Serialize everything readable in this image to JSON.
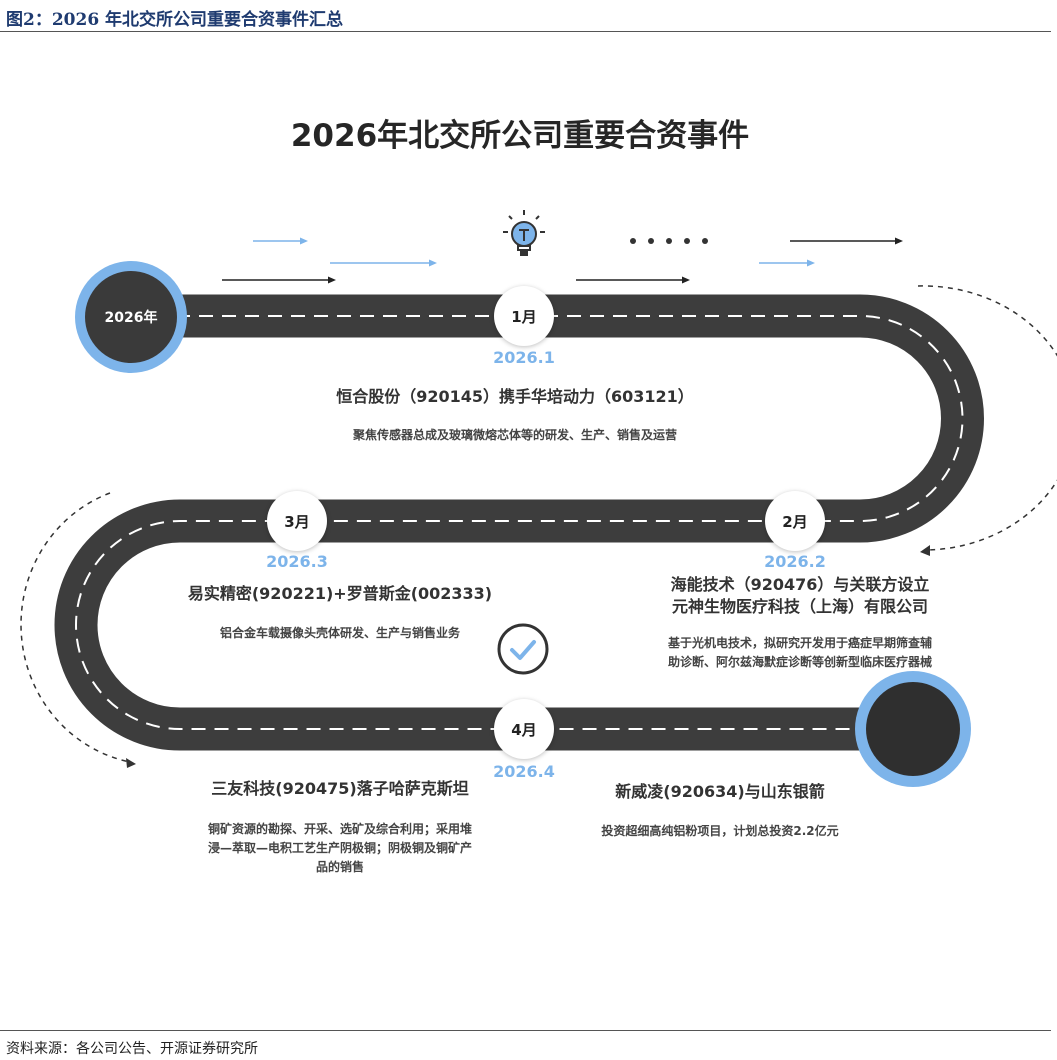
{
  "header": {
    "figure_title": "图2：2026 年北交所公司重要合资事件汇总",
    "source": "资料来源：各公司公告、开源证券研究所"
  },
  "diagram": {
    "title": "2026年北交所公司重要合资事件",
    "start_label": "2026年",
    "colors": {
      "road": "#3d3d3d",
      "accent": "#7db4ea",
      "dash": "#ffffff"
    },
    "events": [
      {
        "month": "1月",
        "date": "2026.1",
        "title": "恒合股份（920145）携手华培动力（603121）",
        "desc": "聚焦传感器总成及玻璃微熔芯体等的研发、生产、销售及运营"
      },
      {
        "month": "2月",
        "date": "2026.2",
        "title_line1": "海能技术（920476）与关联方设立",
        "title_line2": "元神生物医疗科技（上海）有限公司",
        "desc_line1": "基于光机电技术，拟研究开发用于癌症早期筛查辅",
        "desc_line2": "助诊断、阿尔兹海默症诊断等创新型临床医疗器械"
      },
      {
        "month": "3月",
        "date": "2026.3",
        "title": "易实精密(920221)+罗普斯金(002333)",
        "desc": "铝合金车载摄像头壳体研发、生产与销售业务"
      },
      {
        "month": "4月",
        "date": "2026.4",
        "title": "三友科技(920475)落子哈萨克斯坦",
        "desc_line1": "铜矿资源的勘探、开采、选矿及综合利用；采用堆",
        "desc_line2": "浸—萃取—电积工艺生产阴极铜；阴极铜及铜矿产",
        "desc_line3": "品的销售"
      },
      {
        "title": "新威凌(920634)与山东银箭",
        "desc": "投资超细高纯铝粉项目，计划总投资2.2亿元"
      }
    ],
    "icons": [
      "lightbulb-icon",
      "checkmark-icon",
      "arrow-icon",
      "dots-icon"
    ]
  }
}
